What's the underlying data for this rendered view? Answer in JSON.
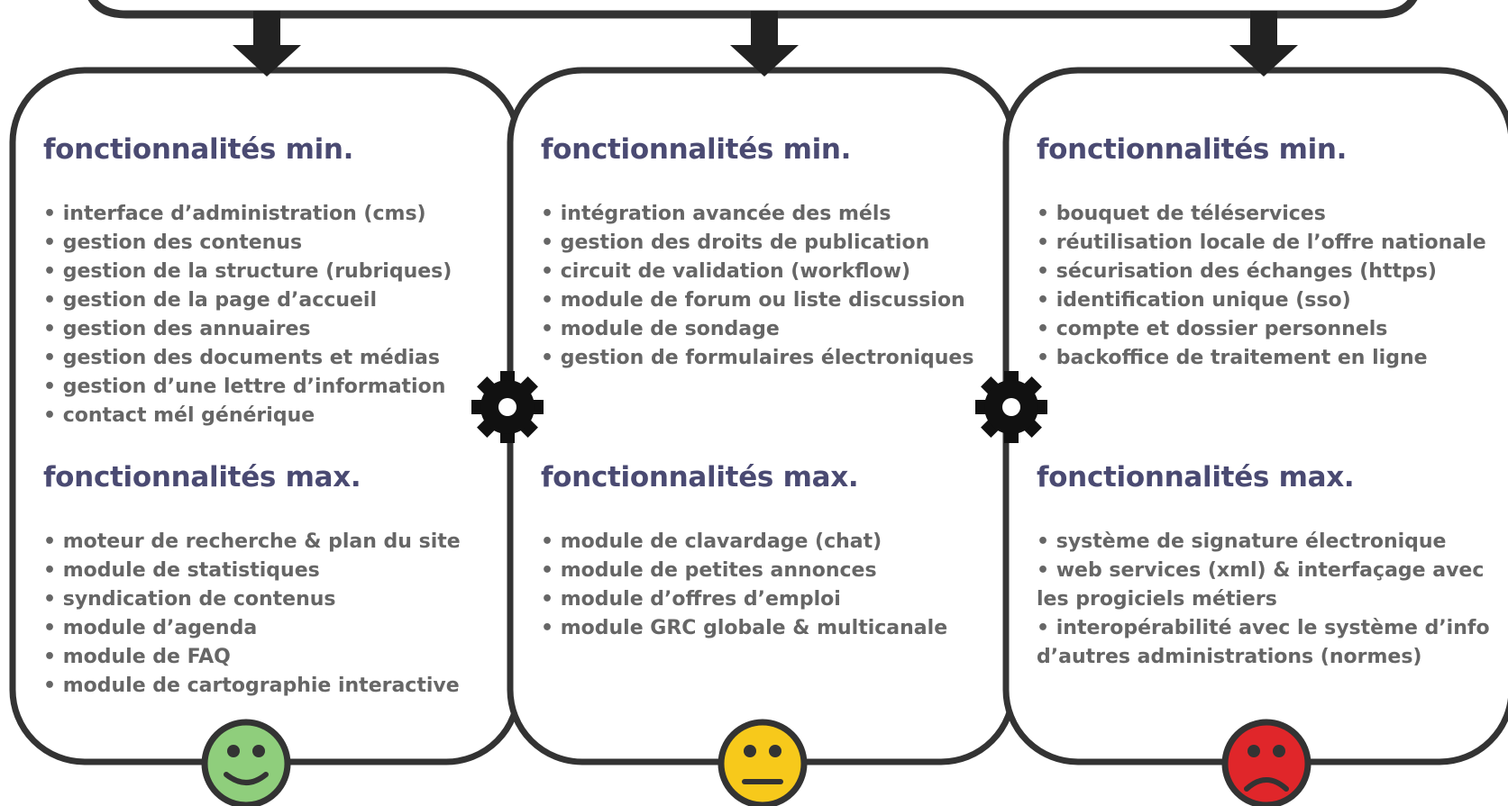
{
  "columns": [
    {
      "min_heading": "fonctionnalités min.",
      "min_items": [
        "interface d’administration (cms)",
        "gestion des contenus",
        "gestion de la structure (rubriques)",
        "gestion de la page d’accueil",
        "gestion des annuaires",
        "gestion des documents et médias",
        "gestion d’une lettre d’information",
        "contact mél générique"
      ],
      "max_heading": "fonctionnalités max.",
      "max_items": [
        "moteur de recherche & plan du site",
        "module de statistiques",
        "syndication de contenus",
        "module d’agenda",
        "module de FAQ",
        "module de cartographie interactive"
      ],
      "face": "happy",
      "face_color": "#8fce7c"
    },
    {
      "min_heading": "fonctionnalités min.",
      "min_items": [
        "intégration avancée des méls",
        "gestion des droits de publication",
        "circuit de validation (workflow)",
        "module de forum ou liste discussion",
        "module de sondage",
        "gestion de formulaires électroniques"
      ],
      "max_heading": "fonctionnalités max.",
      "max_items": [
        "module de clavardage (chat)",
        "module de petites annonces",
        "module d’offres d’emploi",
        "module GRC globale & multicanale"
      ],
      "face": "neutral",
      "face_color": "#f7c91b"
    },
    {
      "min_heading": "fonctionnalités min.",
      "min_items": [
        "bouquet de téléservices",
        "réutilisation locale de l’offre nationale",
        "sécurisation des échanges (https)",
        "identification unique (sso)",
        "compte et dossier personnels",
        "backoffice de traitement en ligne"
      ],
      "max_heading": "fonctionnalités max.",
      "max_items": [
        "système de signature électronique",
        "web services (xml) & interfaçage avec les progiciels métiers",
        "interopérabilité avec le système d’info d’autres administrations (normes)"
      ],
      "face": "sad",
      "face_color": "#e0262a"
    }
  ],
  "colors": {
    "heading": "#4a4a72",
    "text": "#666666",
    "outline": "#333333"
  },
  "icons": [
    "down-arrow-icon",
    "gear-icon",
    "happy-face-icon",
    "neutral-face-icon",
    "sad-face-icon"
  ]
}
